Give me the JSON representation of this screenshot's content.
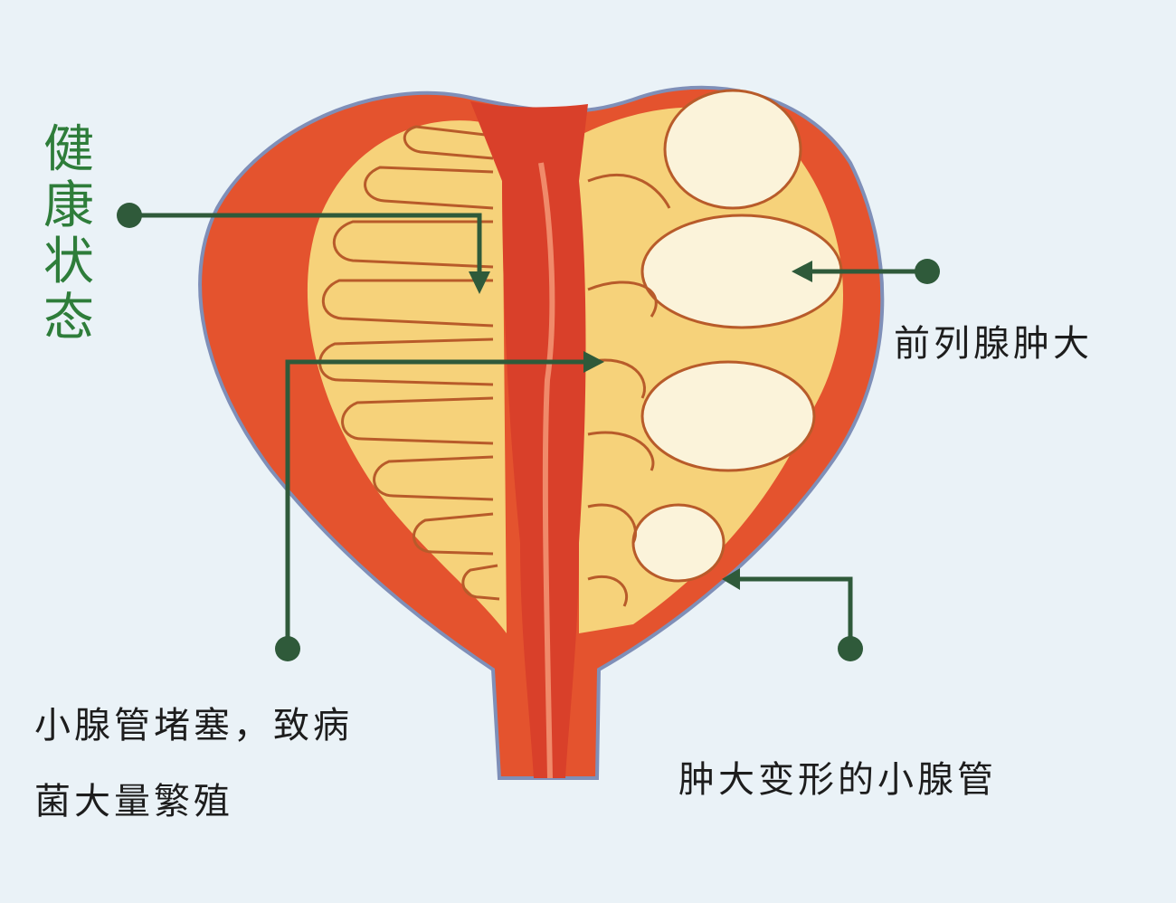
{
  "labels": {
    "healthy": "健康状态",
    "enlarged": "前列腺肿大",
    "blocked_line1": "小腺管堵塞，致病",
    "blocked_line2": "菌大量繁殖",
    "deformed": "肿大变形的小腺管"
  },
  "colors": {
    "background": "#eaf2f7",
    "capsule": "#e4532e",
    "gland": "#f6d27a",
    "lobe": "#fbf3da",
    "urethra": "#d9402a",
    "leader": "#2f5a3a",
    "healthy_label": "#2e7d3a"
  }
}
